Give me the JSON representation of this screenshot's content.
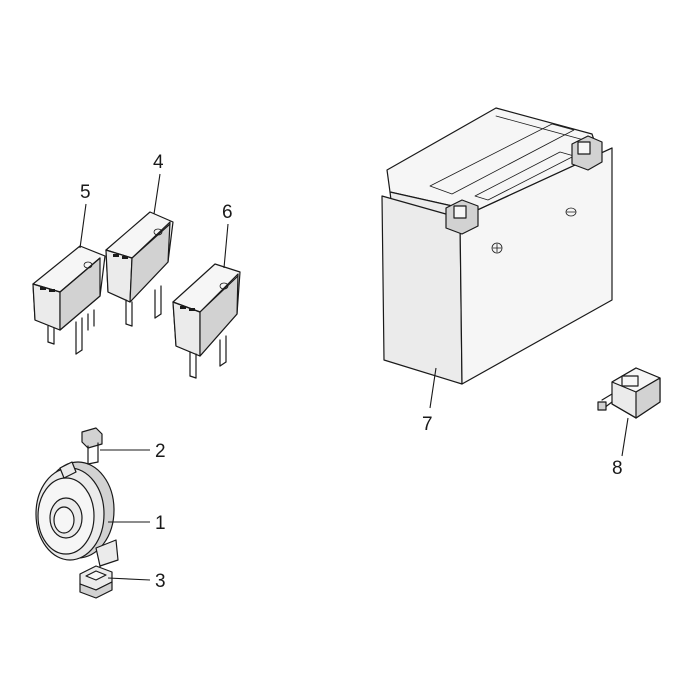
{
  "callouts": {
    "horn": "1",
    "horn_bolt": "2",
    "horn_nut": "3",
    "relay_center": "4",
    "relay_left": "5",
    "relay_right": "6",
    "battery": "7",
    "connector": "8"
  },
  "colors": {
    "line": "#1a1a1a",
    "fill_light": "#ebebeb",
    "fill_dark": "#d2d2d2",
    "background": "#ffffff"
  }
}
